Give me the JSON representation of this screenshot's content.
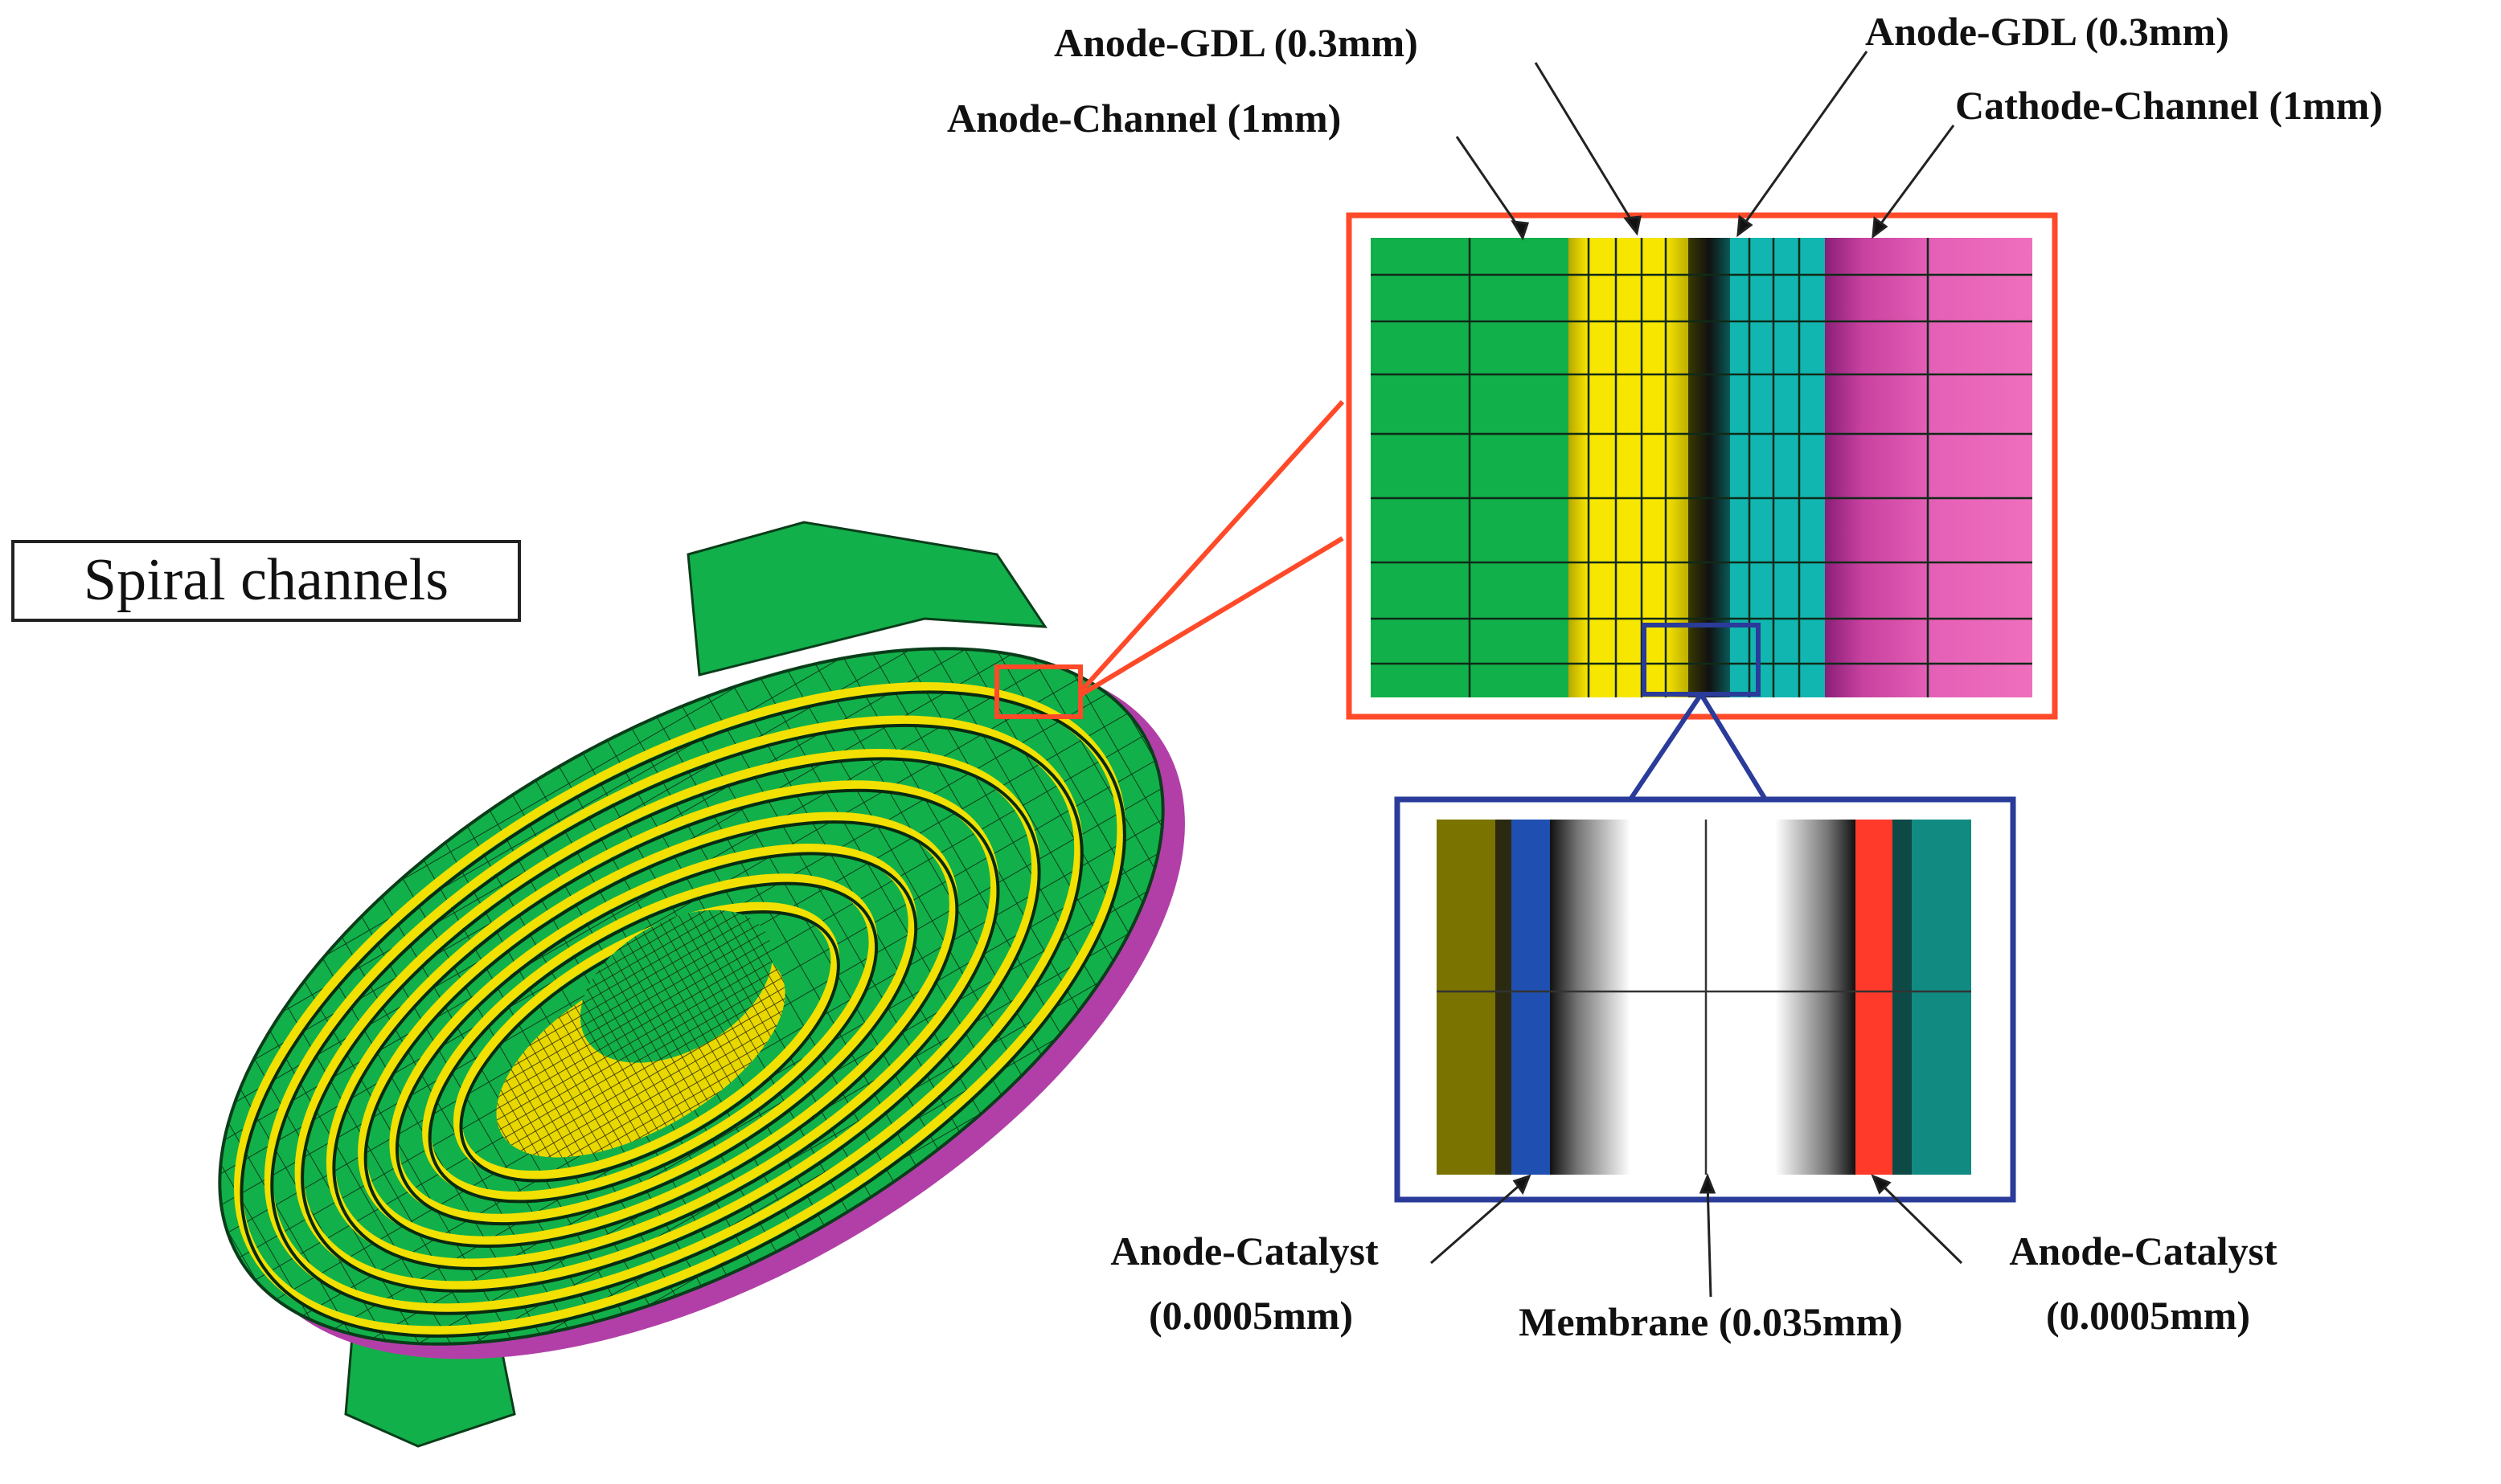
{
  "title": "Spiral channels",
  "labels": {
    "anode_gdl_left": "Anode-GDL (0.3mm)",
    "anode_gdl_right": "Anode-GDL (0.3mm)",
    "anode_channel": "Anode-Channel (1mm)",
    "cathode_channel": "Cathode-Channel (1mm)",
    "anode_catalyst_left_name": "Anode-Catalyst",
    "anode_catalyst_left_size": "(0.0005mm)",
    "membrane": "Membrane (0.035mm)",
    "anode_catalyst_right_name": "Anode-Catalyst",
    "anode_catalyst_right_size": "(0.0005mm)"
  },
  "colors": {
    "channel_green": "#12b04a",
    "gdl_yellow": "#f7e600",
    "gdl_cyan": "#12b6b0",
    "cathode_magenta": "#d94fb0",
    "zoom_red": "#ff4a2a",
    "zoom_blue": "#2a3b9a",
    "catalyst_olive": "#7a7300",
    "catalyst_blue": "#1f4fb0",
    "catalyst_red": "#ff3a2a",
    "teal": "#118a82",
    "disk_edge": "#b23fa8"
  }
}
